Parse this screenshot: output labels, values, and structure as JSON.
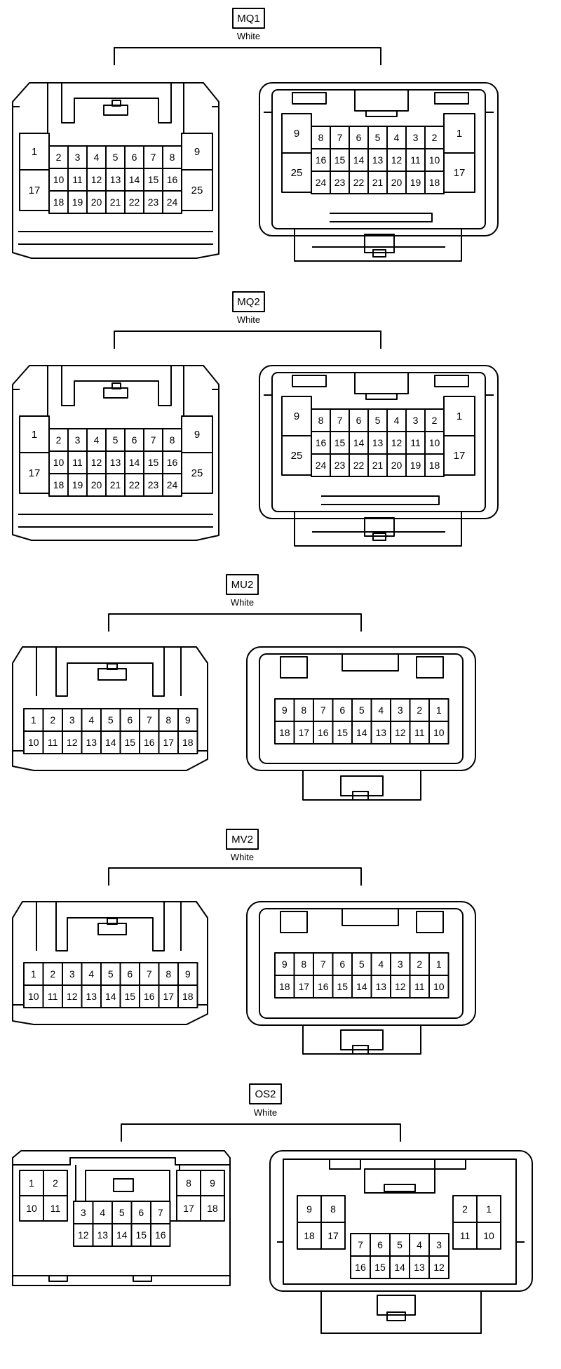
{
  "connectors": [
    {
      "id": "MQ1",
      "color": "White",
      "left": {
        "big_top": [
          "1",
          "9"
        ],
        "big_bottom": [
          "17",
          "25"
        ],
        "row1": [
          "2",
          "3",
          "4",
          "5",
          "6",
          "7",
          "8"
        ],
        "row2": [
          "10",
          "11",
          "12",
          "13",
          "14",
          "15",
          "16"
        ],
        "row3": [
          "18",
          "19",
          "20",
          "21",
          "22",
          "23",
          "24"
        ]
      },
      "right": {
        "big_top": [
          "9",
          "1"
        ],
        "big_bottom": [
          "25",
          "17"
        ],
        "row1": [
          "8",
          "7",
          "6",
          "5",
          "4",
          "3",
          "2"
        ],
        "row2": [
          "16",
          "15",
          "14",
          "13",
          "12",
          "11",
          "10"
        ],
        "row3": [
          "24",
          "23",
          "22",
          "21",
          "20",
          "19",
          "18"
        ]
      }
    },
    {
      "id": "MQ2",
      "color": "White",
      "left": {
        "big_top": [
          "1",
          "9"
        ],
        "big_bottom": [
          "17",
          "25"
        ],
        "row1": [
          "2",
          "3",
          "4",
          "5",
          "6",
          "7",
          "8"
        ],
        "row2": [
          "10",
          "11",
          "12",
          "13",
          "14",
          "15",
          "16"
        ],
        "row3": [
          "18",
          "19",
          "20",
          "21",
          "22",
          "23",
          "24"
        ]
      },
      "right": {
        "big_top": [
          "9",
          "1"
        ],
        "big_bottom": [
          "25",
          "17"
        ],
        "row1": [
          "8",
          "7",
          "6",
          "5",
          "4",
          "3",
          "2"
        ],
        "row2": [
          "16",
          "15",
          "14",
          "13",
          "12",
          "11",
          "10"
        ],
        "row3": [
          "24",
          "23",
          "22",
          "21",
          "20",
          "19",
          "18"
        ]
      }
    },
    {
      "id": "MU2",
      "color": "White",
      "left": {
        "row1": [
          "1",
          "2",
          "3",
          "4",
          "5",
          "6",
          "7",
          "8",
          "9"
        ],
        "row2": [
          "10",
          "11",
          "12",
          "13",
          "14",
          "15",
          "16",
          "17",
          "18"
        ]
      },
      "right": {
        "row1": [
          "9",
          "8",
          "7",
          "6",
          "5",
          "4",
          "3",
          "2",
          "1"
        ],
        "row2": [
          "18",
          "17",
          "16",
          "15",
          "14",
          "13",
          "12",
          "11",
          "10"
        ]
      }
    },
    {
      "id": "MV2",
      "color": "White",
      "left": {
        "row1": [
          "1",
          "2",
          "3",
          "4",
          "5",
          "6",
          "7",
          "8",
          "9"
        ],
        "row2": [
          "10",
          "11",
          "12",
          "13",
          "14",
          "15",
          "16",
          "17",
          "18"
        ]
      },
      "right": {
        "row1": [
          "9",
          "8",
          "7",
          "6",
          "5",
          "4",
          "3",
          "2",
          "1"
        ],
        "row2": [
          "18",
          "17",
          "16",
          "15",
          "14",
          "13",
          "12",
          "11",
          "10"
        ]
      }
    },
    {
      "id": "OS2",
      "color": "White",
      "left": {
        "g1_top": [
          "1",
          "2"
        ],
        "g1_bottom": [
          "10",
          "11"
        ],
        "center_top": [
          "3",
          "4",
          "5",
          "6",
          "7"
        ],
        "center_bottom": [
          "12",
          "13",
          "14",
          "15",
          "16"
        ],
        "g2_top": [
          "8",
          "9"
        ],
        "g2_bottom": [
          "17",
          "18"
        ]
      },
      "right": {
        "g1_top": [
          "9",
          "8"
        ],
        "g1_bottom": [
          "18",
          "17"
        ],
        "center_top": [
          "7",
          "6",
          "5",
          "4",
          "3"
        ],
        "center_bottom": [
          "16",
          "15",
          "14",
          "13",
          "12"
        ],
        "g2_top": [
          "2",
          "1"
        ],
        "g2_bottom": [
          "11",
          "10"
        ]
      }
    }
  ]
}
